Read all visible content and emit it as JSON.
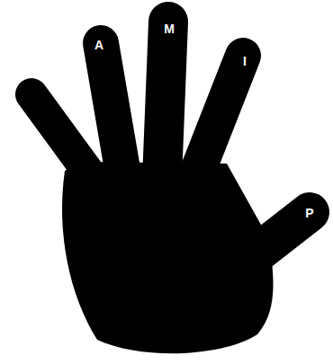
{
  "diagram": {
    "labels": [
      "A",
      "M",
      "I",
      "P"
    ]
  }
}
